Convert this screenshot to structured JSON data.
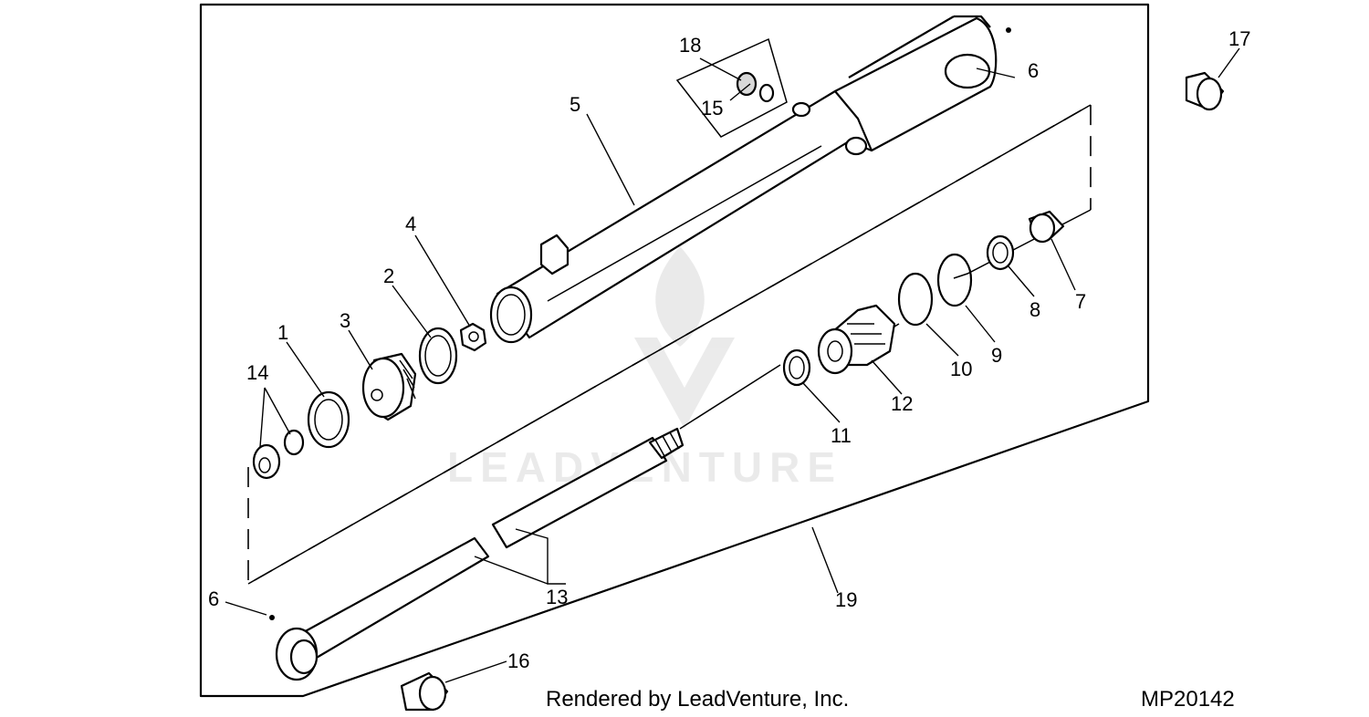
{
  "callouts": {
    "c1": "1",
    "c2": "2",
    "c3": "3",
    "c4": "4",
    "c5": "5",
    "c6a": "6",
    "c6b": "6",
    "c7": "7",
    "c8": "8",
    "c9": "9",
    "c10": "10",
    "c11": "11",
    "c12": "12",
    "c13": "13",
    "c14": "14",
    "c15": "15",
    "c16": "16",
    "c17": "17",
    "c18": "18",
    "c19": "19"
  },
  "footer": {
    "rendered_by": "Rendered by LeadVenture, Inc.",
    "diagram_id": "MP20142"
  },
  "watermark": {
    "text": "LEADVENTURE"
  }
}
